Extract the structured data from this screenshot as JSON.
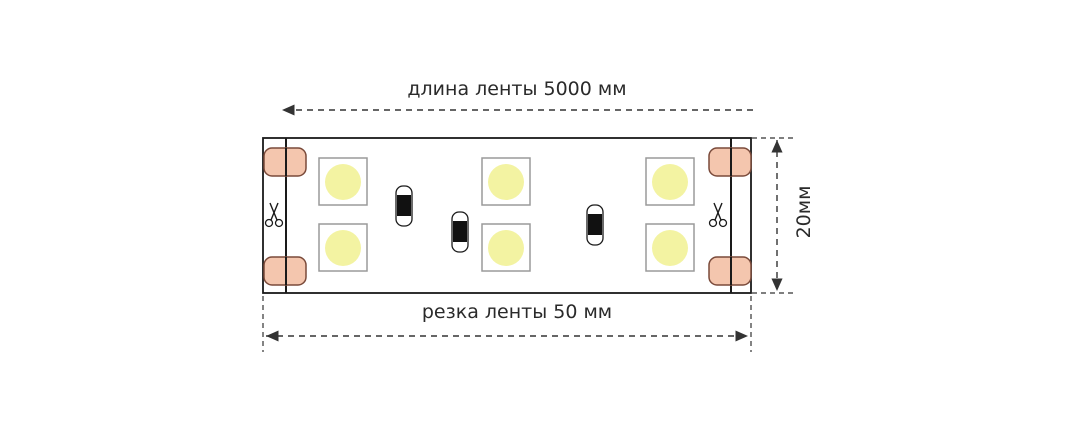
{
  "labels": {
    "length": "длина ленты 5000 мм",
    "cut": "резка ленты 50 мм",
    "width": "20мм"
  },
  "icons": {
    "scissors": "scissors-icon",
    "arrow": "arrow-icon"
  },
  "colors": {
    "outline": "#1a1a1a",
    "led_fill": "#f3f3a2",
    "led_frame": "#9a9a9a",
    "pad_fill": "#f4c6ae",
    "pad_stroke": "#7a4a3a",
    "resistor_body": "#111111",
    "dash": "#333333"
  }
}
